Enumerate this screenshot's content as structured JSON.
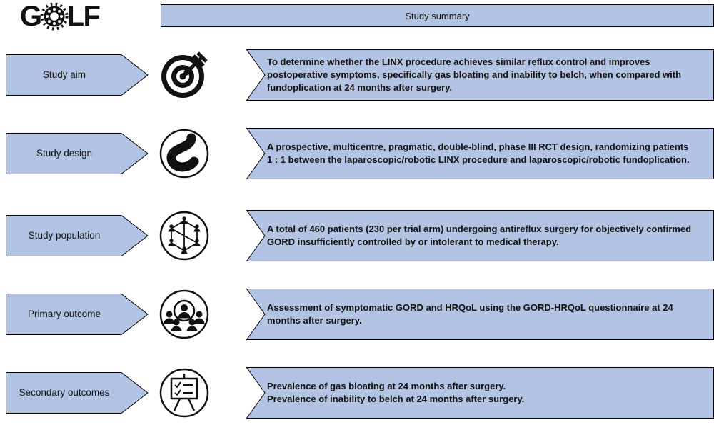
{
  "logo": {
    "part1": "G",
    "part2": "LF"
  },
  "header": {
    "title": "Study summary"
  },
  "colors": {
    "panel_fill": "#b3c3e3",
    "outline": "#000000",
    "ink": "#111111"
  },
  "rows": [
    {
      "label": "Study aim",
      "icon": "target-dart-icon",
      "text": "To determine whether the LINX procedure achieves similar reflux control and improves postoperative symptoms, specifically gas bloating and inability to belch, when compared with fundoplication at 24 months after surgery."
    },
    {
      "label": "Study design",
      "icon": "stomach-icon",
      "text": "A prospective, multicentre, pragmatic, double-blind, phase III RCT design, randomizing patients 1 : 1 between the laparoscopic/robotic LINX procedure and laparoscopic/robotic fundoplication."
    },
    {
      "label": "Study population",
      "icon": "people-network-icon",
      "text": "A total of 460 patients (230 per trial arm) undergoing antireflux surgery for objectively confirmed GORD insufficiently controlled by or intolerant to medical therapy."
    },
    {
      "label": "Primary outcome",
      "icon": "audience-focus-icon",
      "text": "Assessment of symptomatic GORD and HRQoL using the GORD-HRQoL questionnaire at 24 months after surgery."
    },
    {
      "label": "Secondary outcomes",
      "icon": "checklist-board-icon",
      "text": "Prevalence of gas bloating at 24 months after surgery.\nPrevalence of inability to belch at 24 months after surgery."
    }
  ]
}
